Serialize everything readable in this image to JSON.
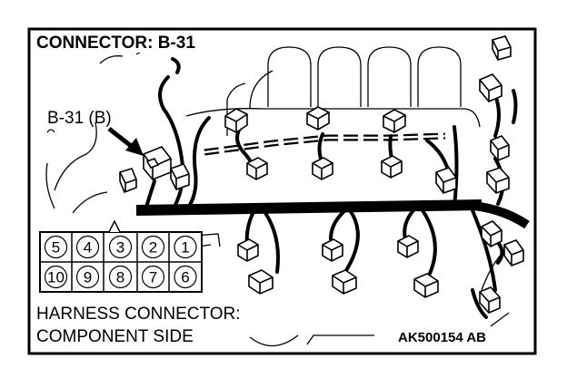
{
  "title": "CONNECTOR: B-31",
  "callout": "B-31 (B)",
  "connector_pins": {
    "top_row": [
      "5",
      "4",
      "3",
      "2",
      "1"
    ],
    "bottom_row": [
      "10",
      "9",
      "8",
      "7",
      "6"
    ]
  },
  "caption": {
    "line1": "HARNESS CONNECTOR:",
    "line2": "COMPONENT SIDE"
  },
  "figure_code": "AK500154 AB"
}
